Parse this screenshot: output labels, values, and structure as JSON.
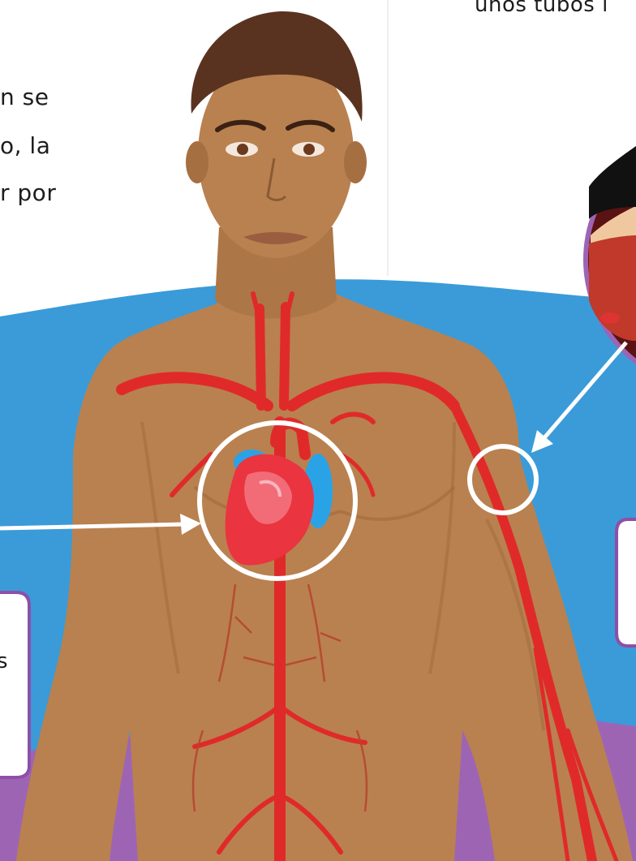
{
  "text_fragments": {
    "top_right": "unos tubos l",
    "left_lines": [
      "n se",
      "o, la",
      "r por"
    ],
    "left_card": "s"
  },
  "colors": {
    "sky_blue": "#3a9bd8",
    "purple": "#9e64b4",
    "skin": "#b9814f",
    "skin_shadow": "#9e6a3e",
    "hair": "#5a3320",
    "artery_red": "#e02a2a",
    "heart_red": "#ea3440",
    "vein_blue": "#2aa3e6",
    "highlight_circle": "#ffffff",
    "card_border": "#8e4fa8"
  },
  "icons": {
    "arrow_to_heart": "arrow-right-icon",
    "arrow_to_arm": "arrow-down-left-icon"
  }
}
